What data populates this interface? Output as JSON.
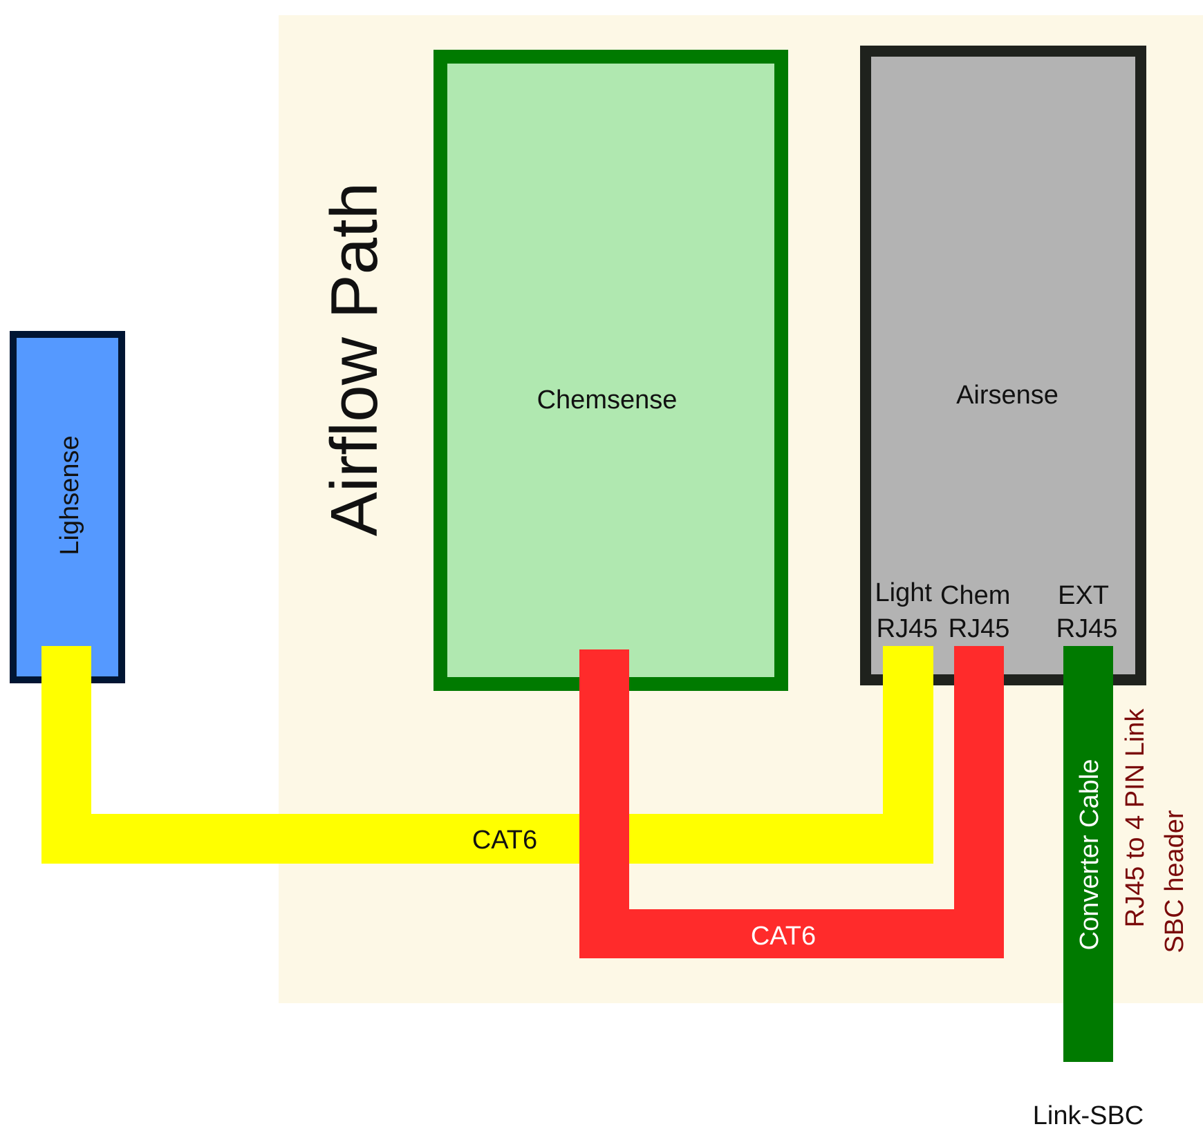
{
  "airflow": {
    "label": "Airflow Path"
  },
  "modules": {
    "lightsense": {
      "label": "Lighsense"
    },
    "chemsense": {
      "label": "Chemsense"
    },
    "airsense": {
      "label": "Airsense"
    }
  },
  "ports": {
    "light": {
      "line1": "Light",
      "line2": "RJ45"
    },
    "chem": {
      "line1": "Chem",
      "line2": "RJ45"
    },
    "ext": {
      "line1": "EXT",
      "line2": "RJ45"
    }
  },
  "cables": {
    "yellow": {
      "label": "CAT6"
    },
    "red": {
      "label": "CAT6"
    },
    "converter": {
      "label": "Converter Cable",
      "note_line1": "RJ45 to 4 PIN Link",
      "note_line2": "SBC header"
    }
  },
  "endpoint": {
    "label": "Link-SBC"
  },
  "colors": {
    "airflow_bg": "#fdf8e6",
    "lightsense_fill": "#5599ff",
    "lightsense_border": "#001533",
    "chemsense_fill": "#b0e8b0",
    "chemsense_border": "#007a00",
    "airsense_fill": "#b3b3b3",
    "airsense_border": "#1f221d",
    "yellow_cable": "#ffff00",
    "red_cable": "#ff2b2b",
    "green_cable": "#007a00",
    "note_text": "#7a0a0a"
  }
}
